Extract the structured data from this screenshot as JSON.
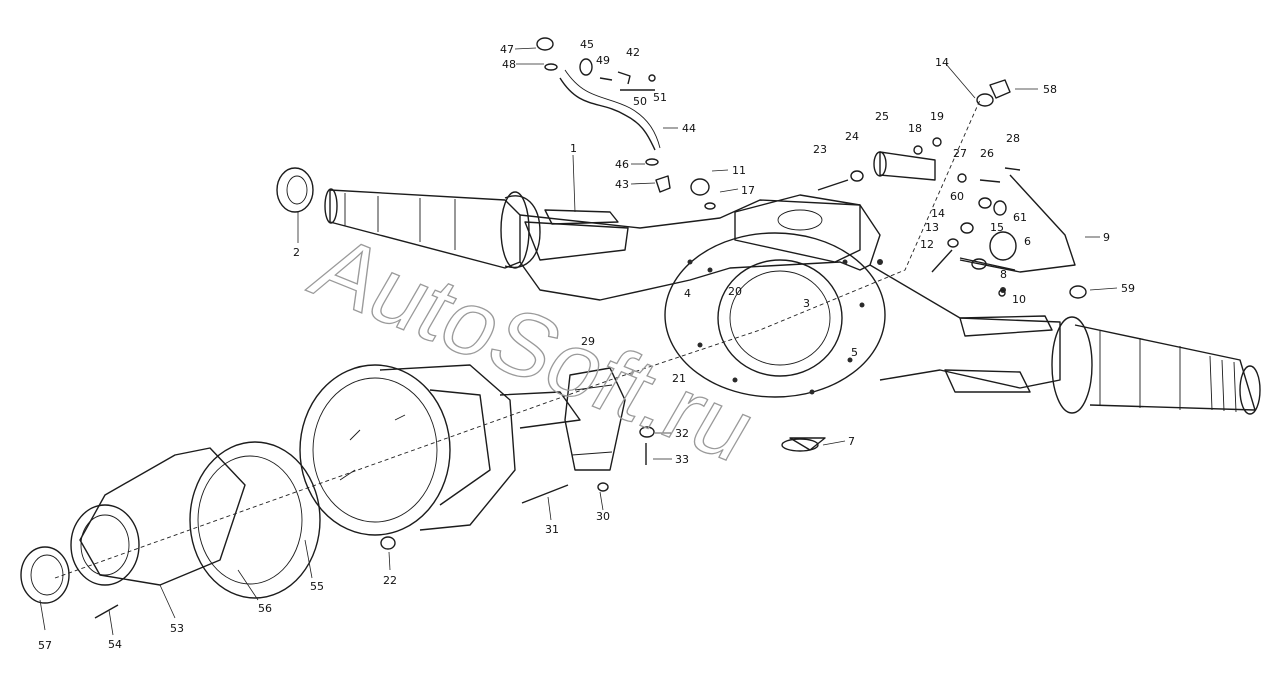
{
  "watermark": "AutoSoft.ru",
  "labels": [
    {
      "id": "47",
      "text": "47"
    },
    {
      "id": "48",
      "text": "48"
    },
    {
      "id": "45",
      "text": "45"
    },
    {
      "id": "42",
      "text": "42"
    },
    {
      "id": "49",
      "text": "49"
    },
    {
      "id": "50",
      "text": "50"
    },
    {
      "id": "51",
      "text": "51"
    },
    {
      "id": "44",
      "text": "44"
    },
    {
      "id": "1",
      "text": "1"
    },
    {
      "id": "46",
      "text": "46"
    },
    {
      "id": "43",
      "text": "43"
    },
    {
      "id": "11",
      "text": "11"
    },
    {
      "id": "17",
      "text": "17"
    },
    {
      "id": "14a",
      "text": "14"
    },
    {
      "id": "58",
      "text": "58"
    },
    {
      "id": "25",
      "text": "25"
    },
    {
      "id": "19",
      "text": "19"
    },
    {
      "id": "18",
      "text": "18"
    },
    {
      "id": "24",
      "text": "24"
    },
    {
      "id": "23",
      "text": "23"
    },
    {
      "id": "28",
      "text": "28"
    },
    {
      "id": "27",
      "text": "27"
    },
    {
      "id": "26",
      "text": "26"
    },
    {
      "id": "60",
      "text": "60"
    },
    {
      "id": "61",
      "text": "61"
    },
    {
      "id": "14b",
      "text": "14"
    },
    {
      "id": "15",
      "text": "15"
    },
    {
      "id": "13",
      "text": "13"
    },
    {
      "id": "12",
      "text": "12"
    },
    {
      "id": "6",
      "text": "6"
    },
    {
      "id": "8",
      "text": "8"
    },
    {
      "id": "9",
      "text": "9"
    },
    {
      "id": "10",
      "text": "10"
    },
    {
      "id": "59",
      "text": "59"
    },
    {
      "id": "2",
      "text": "2"
    },
    {
      "id": "4",
      "text": "4"
    },
    {
      "id": "20",
      "text": "20"
    },
    {
      "id": "3",
      "text": "3"
    },
    {
      "id": "5",
      "text": "5"
    },
    {
      "id": "21",
      "text": "21"
    },
    {
      "id": "29",
      "text": "29"
    },
    {
      "id": "32",
      "text": "32"
    },
    {
      "id": "33",
      "text": "33"
    },
    {
      "id": "7",
      "text": "7"
    },
    {
      "id": "31",
      "text": "31"
    },
    {
      "id": "30",
      "text": "30"
    },
    {
      "id": "22",
      "text": "22"
    },
    {
      "id": "55",
      "text": "55"
    },
    {
      "id": "56",
      "text": "56"
    },
    {
      "id": "53",
      "text": "53"
    },
    {
      "id": "54",
      "text": "54"
    },
    {
      "id": "57",
      "text": "57"
    }
  ]
}
